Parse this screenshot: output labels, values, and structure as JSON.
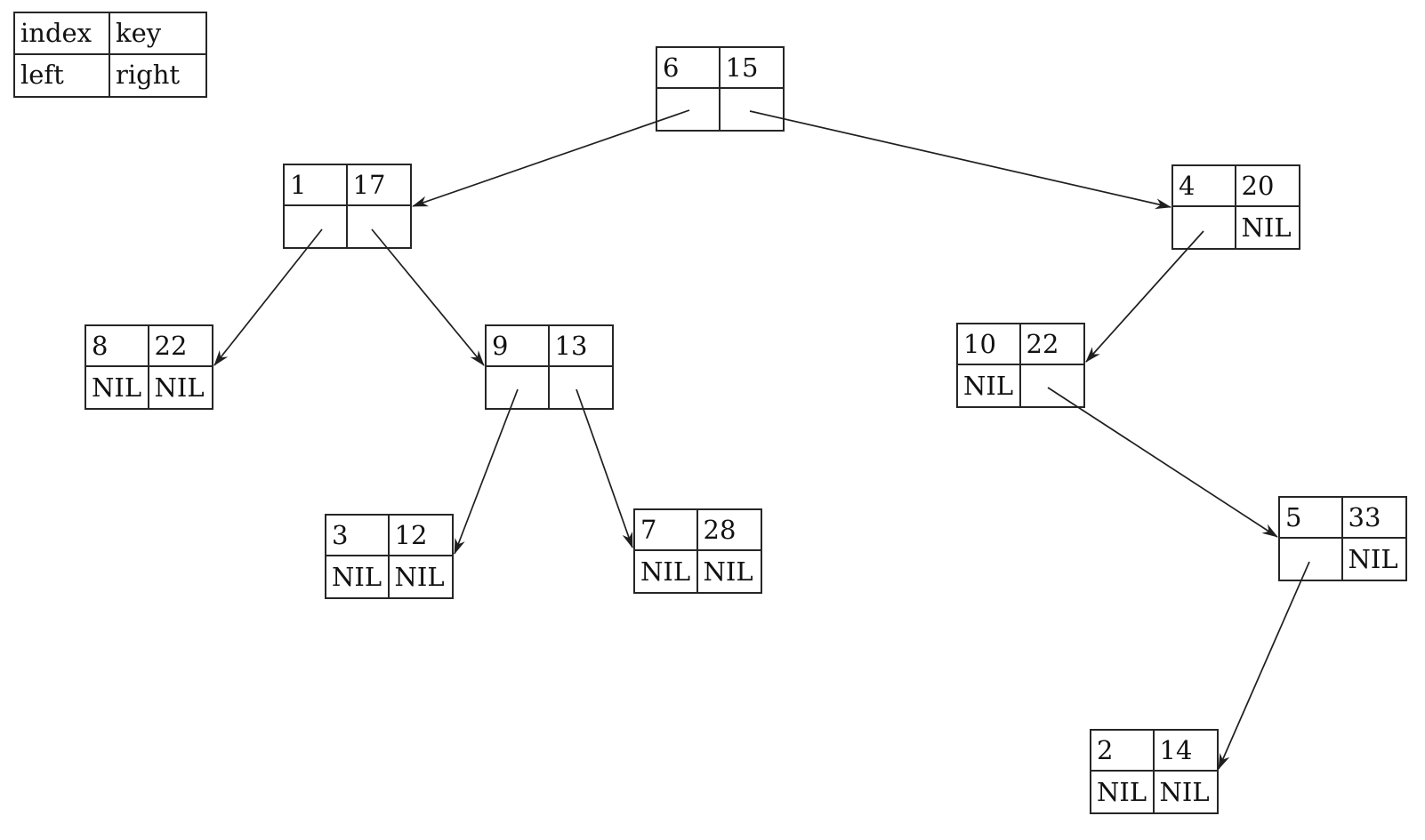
{
  "diagram": {
    "type": "binary-tree-node-diagram",
    "background": "#ffffff",
    "line_color": "#1f1f1f",
    "border_color": "#262626",
    "text_color": "#121212",
    "nil_label": "NIL"
  },
  "legend": {
    "index": "index",
    "key": "key",
    "left": "left",
    "right": "right"
  },
  "nodes": [
    {
      "id": "node-6",
      "index": "6",
      "key": "15",
      "left": "",
      "right": ""
    },
    {
      "id": "node-1",
      "index": "1",
      "key": "17",
      "left": "",
      "right": ""
    },
    {
      "id": "node-4",
      "index": "4",
      "key": "20",
      "left": "",
      "right": "NIL"
    },
    {
      "id": "node-8",
      "index": "8",
      "key": "22",
      "left": "NIL",
      "right": "NIL"
    },
    {
      "id": "node-9",
      "index": "9",
      "key": "13",
      "left": "",
      "right": ""
    },
    {
      "id": "node-10",
      "index": "10",
      "key": "22",
      "left": "NIL",
      "right": ""
    },
    {
      "id": "node-3",
      "index": "3",
      "key": "12",
      "left": "NIL",
      "right": "NIL"
    },
    {
      "id": "node-7",
      "index": "7",
      "key": "28",
      "left": "NIL",
      "right": "NIL"
    },
    {
      "id": "node-5",
      "index": "5",
      "key": "33",
      "left": "",
      "right": "NIL"
    },
    {
      "id": "node-2",
      "index": "2",
      "key": "14",
      "left": "NIL",
      "right": "NIL"
    }
  ],
  "edges": [
    {
      "from": "6",
      "slot": "left",
      "to": "1"
    },
    {
      "from": "6",
      "slot": "right",
      "to": "4"
    },
    {
      "from": "1",
      "slot": "left",
      "to": "8"
    },
    {
      "from": "1",
      "slot": "right",
      "to": "9"
    },
    {
      "from": "9",
      "slot": "left",
      "to": "3"
    },
    {
      "from": "9",
      "slot": "right",
      "to": "7"
    },
    {
      "from": "4",
      "slot": "left",
      "to": "10"
    },
    {
      "from": "10",
      "slot": "right",
      "to": "5"
    },
    {
      "from": "5",
      "slot": "left",
      "to": "2"
    }
  ]
}
